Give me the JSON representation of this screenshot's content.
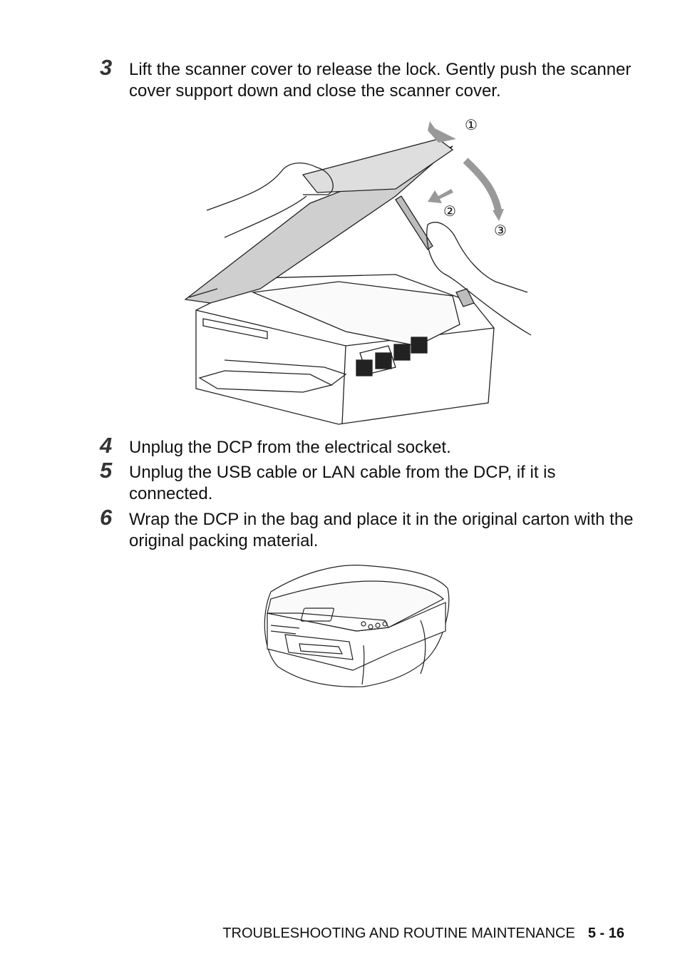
{
  "steps": [
    {
      "number": "3",
      "text": "Lift the scanner cover to release the lock. Gently push the scanner cover support down and close the scanner cover."
    },
    {
      "number": "4",
      "text": "Unplug the DCP from the electrical socket."
    },
    {
      "number": "5",
      "text": "Unplug the USB cable or LAN cable from the DCP, if it is connected."
    },
    {
      "number": "6",
      "text": "Wrap the DCP in the bag and place it in the original carton with the original packing material."
    }
  ],
  "figure1": {
    "callouts": [
      "①",
      "②",
      "③"
    ]
  },
  "footer": {
    "section": "TROUBLESHOOTING AND ROUTINE MAINTENANCE",
    "page": "5 - 16"
  }
}
